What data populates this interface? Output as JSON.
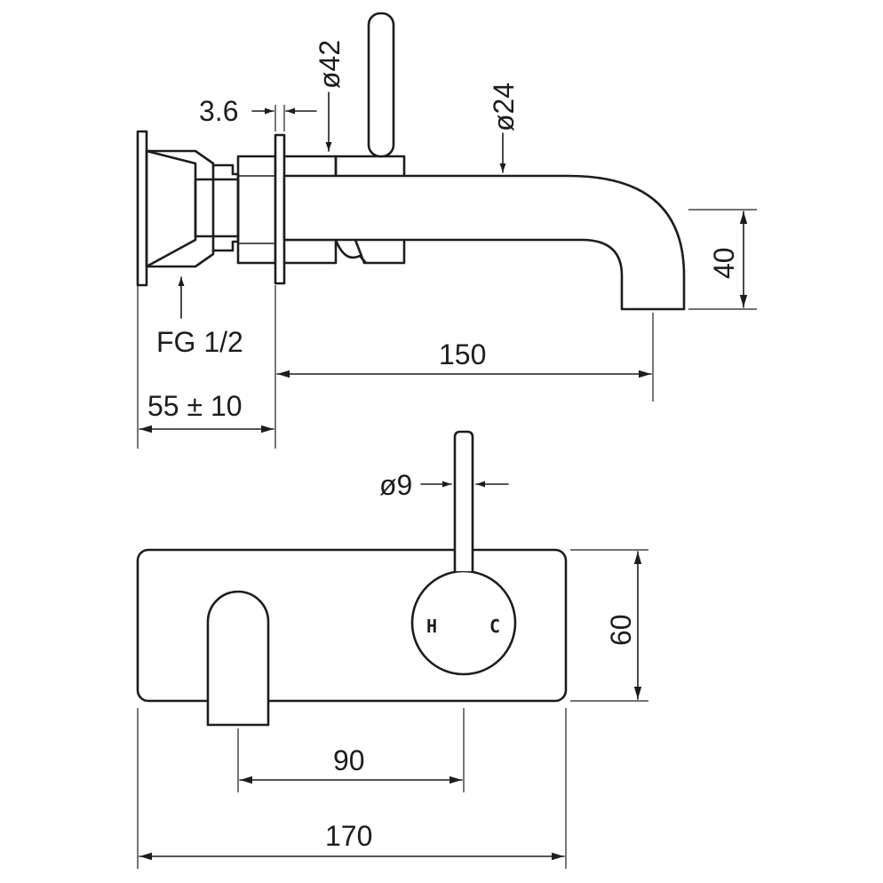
{
  "side_view": {
    "diameter_42": "ø42",
    "diameter_24": "ø24",
    "flange_gap": "3.6",
    "height_40": "40",
    "thread": "FG 1/2",
    "spout_length": "150",
    "wall_depth": "55 ± 10"
  },
  "front_view": {
    "handle_diameter": "ø9",
    "plate_height": "60",
    "centers": "90",
    "plate_width": "170",
    "hot_label": "H",
    "cold_label": "C"
  }
}
